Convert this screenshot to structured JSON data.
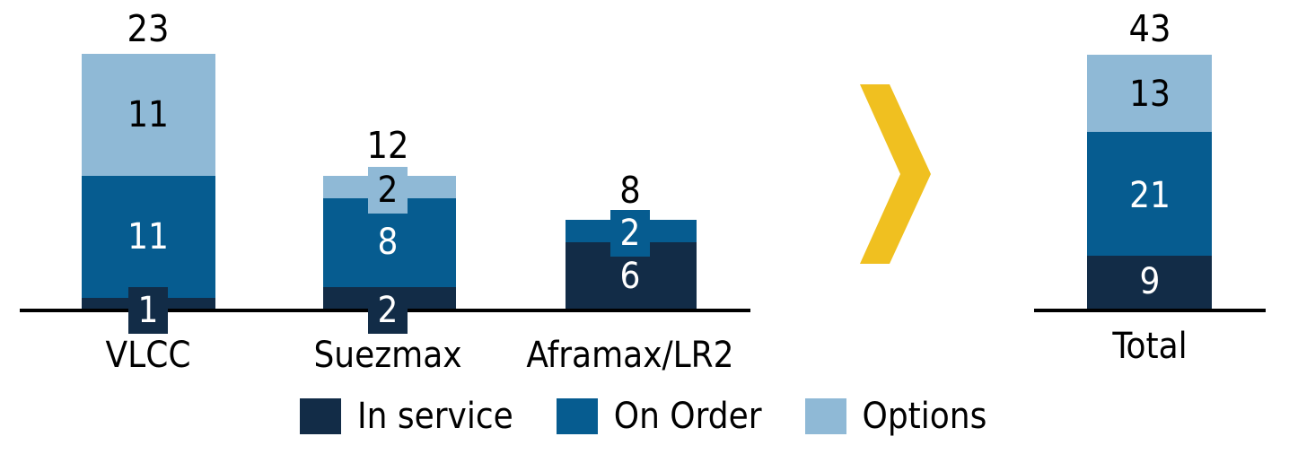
{
  "chart_data": {
    "type": "bar",
    "subtype": "stacked-bar",
    "title": "",
    "xlabel": "",
    "ylabel": "",
    "grid": false,
    "axis_visible": true,
    "legend_position": "bottom",
    "categories": [
      "VLCC",
      "Suezmax",
      "Aframax/LR2",
      "Total"
    ],
    "series": [
      {
        "name": "In service",
        "color": "#122C47",
        "values": [
          1,
          2,
          6,
          9
        ]
      },
      {
        "name": "On Order",
        "color": "#065C90",
        "values": [
          11,
          8,
          2,
          21
        ]
      },
      {
        "name": "Options",
        "color": "#8FB9D6",
        "values": [
          11,
          2,
          0,
          13
        ]
      }
    ],
    "totals": [
      23,
      12,
      8,
      43
    ],
    "ylim": [
      0,
      23
    ],
    "annotations": [
      {
        "type": "chevron",
        "color": "#F0C020",
        "direction": "right"
      }
    ]
  },
  "bars": [
    {
      "category": "VLCC",
      "total": "23",
      "segments": [
        {
          "series": "Options",
          "value": "11"
        },
        {
          "series": "On Order",
          "value": "11"
        },
        {
          "series": "In service",
          "value": "1"
        }
      ]
    },
    {
      "category": "Suezmax",
      "total": "12",
      "segments": [
        {
          "series": "Options",
          "value": "2"
        },
        {
          "series": "On Order",
          "value": "8"
        },
        {
          "series": "In service",
          "value": "2"
        }
      ]
    },
    {
      "category": "Aframax/LR2",
      "total": "8",
      "segments": [
        {
          "series": "On Order",
          "value": "2"
        },
        {
          "series": "In service",
          "value": "6"
        }
      ]
    },
    {
      "category": "Total",
      "total": "43",
      "segments": [
        {
          "series": "Options",
          "value": "13"
        },
        {
          "series": "On Order",
          "value": "21"
        },
        {
          "series": "In service",
          "value": "9"
        }
      ]
    }
  ],
  "legend": {
    "items": [
      {
        "label": "In service",
        "color": "#122C47"
      },
      {
        "label": "On Order",
        "color": "#065C90"
      },
      {
        "label": "Options",
        "color": "#8FB9D6"
      }
    ]
  },
  "colors": {
    "in_service": "#122C47",
    "on_order": "#065C90",
    "options": "#8FB9D6",
    "chevron": "#F0C020",
    "axis": "#000000",
    "background": "#ffffff"
  }
}
